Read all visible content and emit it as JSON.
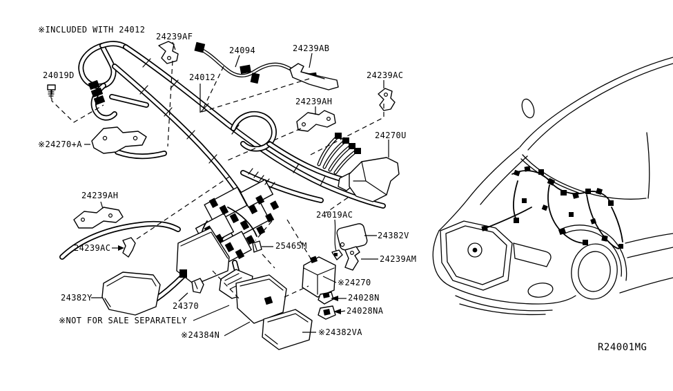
{
  "diagram": {
    "ref_code": "R24001MG",
    "labels": [
      {
        "id": "included-note",
        "text": "※INCLUDED WITH 24012"
      },
      {
        "id": "24239AF",
        "text": "24239AF"
      },
      {
        "id": "24094",
        "text": "24094"
      },
      {
        "id": "24239AB",
        "text": "24239AB"
      },
      {
        "id": "24012",
        "text": "24012"
      },
      {
        "id": "24019D",
        "text": "24019D"
      },
      {
        "id": "24239AC-top",
        "text": "24239AC"
      },
      {
        "id": "24239AH-top",
        "text": "24239AH"
      },
      {
        "id": "24270U",
        "text": "24270U"
      },
      {
        "id": "24270A-note",
        "text": "※24270+A"
      },
      {
        "id": "24239AH-left",
        "text": "24239AH"
      },
      {
        "id": "24239AC-left",
        "text": "24239AC"
      },
      {
        "id": "24019AC",
        "text": "24019AC"
      },
      {
        "id": "24382V",
        "text": "24382V"
      },
      {
        "id": "25465M",
        "text": "25465M"
      },
      {
        "id": "24239AM",
        "text": "24239AM"
      },
      {
        "id": "24270",
        "text": "※24270"
      },
      {
        "id": "24028N",
        "text": "24028N"
      },
      {
        "id": "24028NA",
        "text": "24028NA"
      },
      {
        "id": "24382VA",
        "text": "※24382VA"
      },
      {
        "id": "24384N",
        "text": "※24384N"
      },
      {
        "id": "not-for-sale-note",
        "text": "※NOT FOR SALE SEPARATELY"
      },
      {
        "id": "24382Y",
        "text": "24382Y"
      },
      {
        "id": "24370",
        "text": "24370"
      }
    ]
  }
}
